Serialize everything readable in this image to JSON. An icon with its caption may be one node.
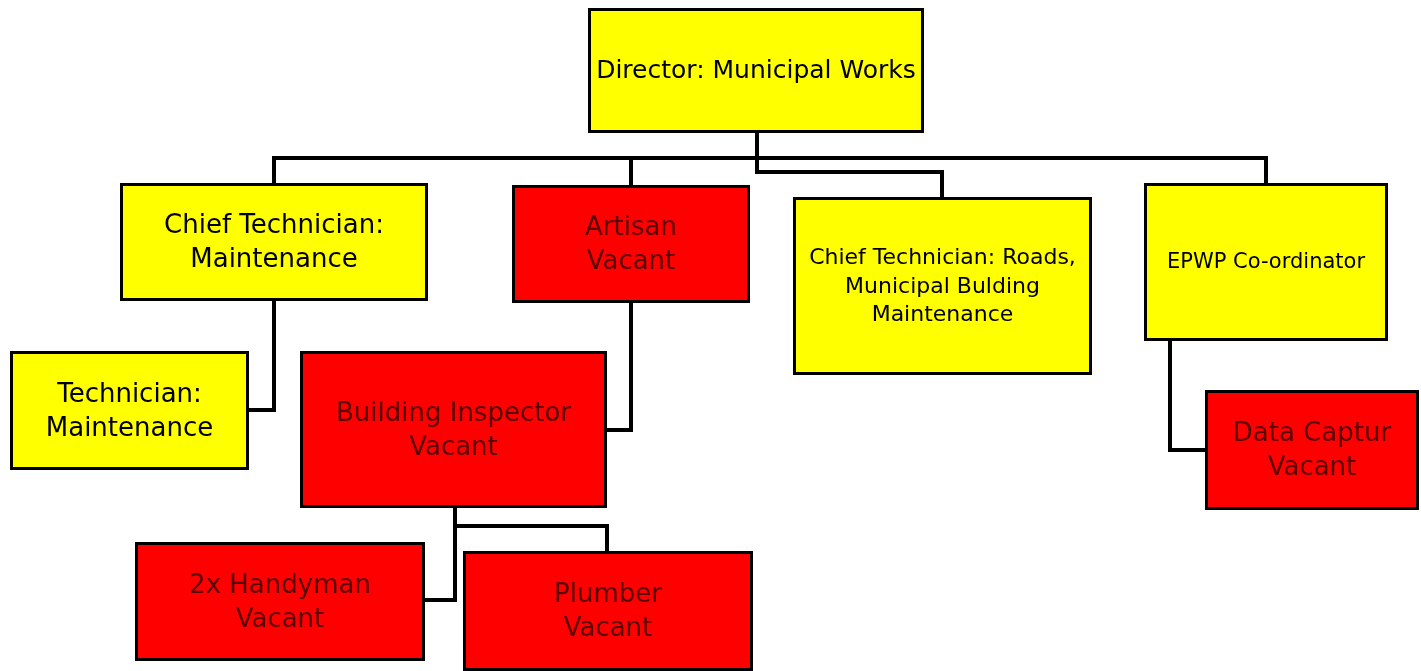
{
  "diagram": {
    "nodes": [
      {
        "text": [
          "Director: Municipal Works"
        ]
      },
      {
        "text": [
          "Chief Technician: Maintenance"
        ]
      },
      {
        "text": [
          "Artisan",
          "Vacant"
        ]
      },
      {
        "text": [
          "Chief Technician: Roads, Municipal Bulding Maintenance"
        ]
      },
      {
        "text": [
          "EPWP Co-ordinator"
        ]
      },
      {
        "text": [
          "Technician: Maintenance"
        ]
      },
      {
        "text": [
          "Building Inspector",
          "Vacant"
        ]
      },
      {
        "text": [
          "Data Captur",
          "Vacant"
        ]
      },
      {
        "text": [
          "2x Handyman",
          "Vacant"
        ]
      },
      {
        "text": [
          "Plumber",
          "Vacant"
        ]
      }
    ],
    "edges": [
      {
        "from": 0,
        "to": 1,
        "arrow": "none"
      },
      {
        "from": 0,
        "to": 2,
        "arrow": "none"
      },
      {
        "from": 0,
        "to": 3,
        "arrow": "none"
      },
      {
        "from": 0,
        "to": 4,
        "arrow": "none"
      },
      {
        "from": 1,
        "to": 5,
        "arrow": "none"
      },
      {
        "from": 2,
        "to": 6,
        "arrow": "none"
      },
      {
        "from": 4,
        "to": 7,
        "arrow": "none"
      },
      {
        "from": 6,
        "to": 8,
        "arrow": "none"
      },
      {
        "from": 6,
        "to": 9,
        "arrow": "none"
      }
    ]
  }
}
